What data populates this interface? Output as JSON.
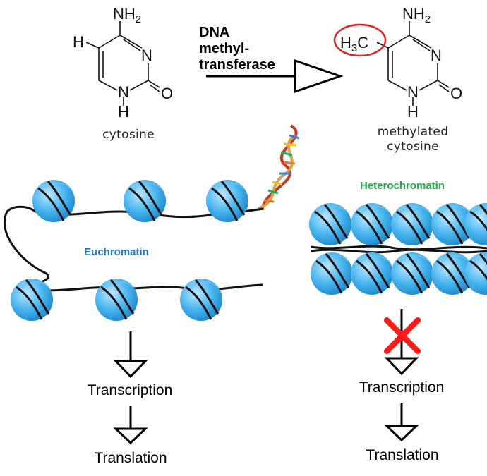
{
  "cytosine": {
    "name": "cytosine",
    "nh2": "NH",
    "nh2_sub": "2",
    "n": "N",
    "nh": "N",
    "h_bottom": "H",
    "o": "O",
    "h_left": "H"
  },
  "methylated": {
    "name_line1": "methylated",
    "name_line2": "cytosine",
    "nh2": "NH",
    "nh2_sub": "2",
    "n": "N",
    "nh": "N",
    "h_bottom": "H",
    "o": "O",
    "ch3_h": "H",
    "ch3_sub": "3",
    "ch3_c": "C"
  },
  "enzyme": {
    "line1": "DNA",
    "line2": "methyl-",
    "line3": "transferase"
  },
  "euchromatin": {
    "label": "Euchromatin",
    "color": "#1f7ac0",
    "steps": [
      "Transcription",
      "Translation"
    ]
  },
  "heterochromatin": {
    "label": "Heterochromatin",
    "color": "#1fae4a",
    "steps": [
      "Transcription",
      "Translation"
    ]
  },
  "colors": {
    "nucleosome": "#49b6f0",
    "highlight": "#e02020",
    "block": "#ff1a1a"
  }
}
